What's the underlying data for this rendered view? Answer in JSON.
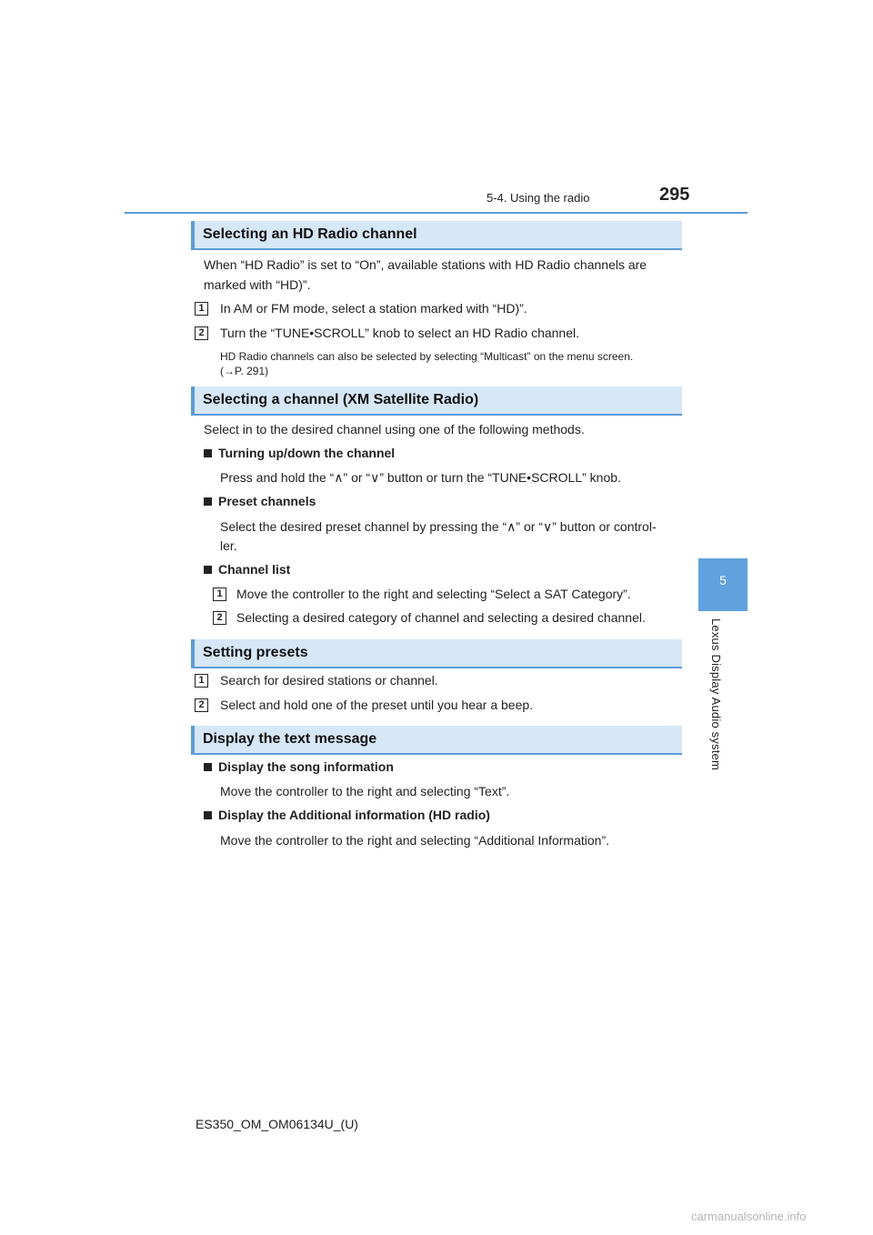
{
  "header": {
    "section": "5-4. Using the radio",
    "page_number": "295"
  },
  "side": {
    "tab_number": "5",
    "label": "Lexus Display Audio system"
  },
  "sections": {
    "hd": {
      "title": "Selecting an HD Radio channel",
      "intro_1": "When “HD Radio” is set to “On”, available stations with HD Radio channels are",
      "intro_2": "marked with “HD)”.",
      "step1_num": "1",
      "step1": "In AM or FM mode, select a station marked with “HD)”.",
      "step2_num": "2",
      "step2": "Turn the “TUNE•SCROLL” knob to select an HD Radio channel.",
      "note_1": "HD Radio channels can also be selected by selecting “Multicast” on the menu screen.",
      "note_2": "(→P. 291)"
    },
    "xm": {
      "title": "Selecting a channel (XM Satellite Radio)",
      "intro": "Select in to the desired channel using one of the following methods.",
      "sub1_title": "Turning up/down the channel",
      "sub1_text": "Press and hold the “∧” or “∨” button or turn the “TUNE•SCROLL” knob.",
      "sub2_title": "Preset channels",
      "sub2_text_1": "Select the desired preset channel by pressing the “∧” or “∨” button or control-",
      "sub2_text_2": "ler.",
      "sub3_title": "Channel list",
      "sub3_step1_num": "1",
      "sub3_step1": "Move the controller to the right and selecting “Select a SAT Category”.",
      "sub3_step2_num": "2",
      "sub3_step2": "Selecting a desired category of channel and selecting a desired channel."
    },
    "presets": {
      "title": "Setting presets",
      "step1_num": "1",
      "step1": "Search for desired stations or channel.",
      "step2_num": "2",
      "step2": "Select and hold one of the preset until you hear a beep."
    },
    "text_msg": {
      "title": "Display the text message",
      "sub1_title": "Display the song information",
      "sub1_text": "Move the controller to the right and selecting “Text”.",
      "sub2_title": "Display the Additional information (HD radio)",
      "sub2_text": "Move the controller to the right and selecting “Additional Information”."
    }
  },
  "footer": {
    "code": "ES350_OM_OM06134U_(U)"
  },
  "watermark": "carmanualsonline.info"
}
